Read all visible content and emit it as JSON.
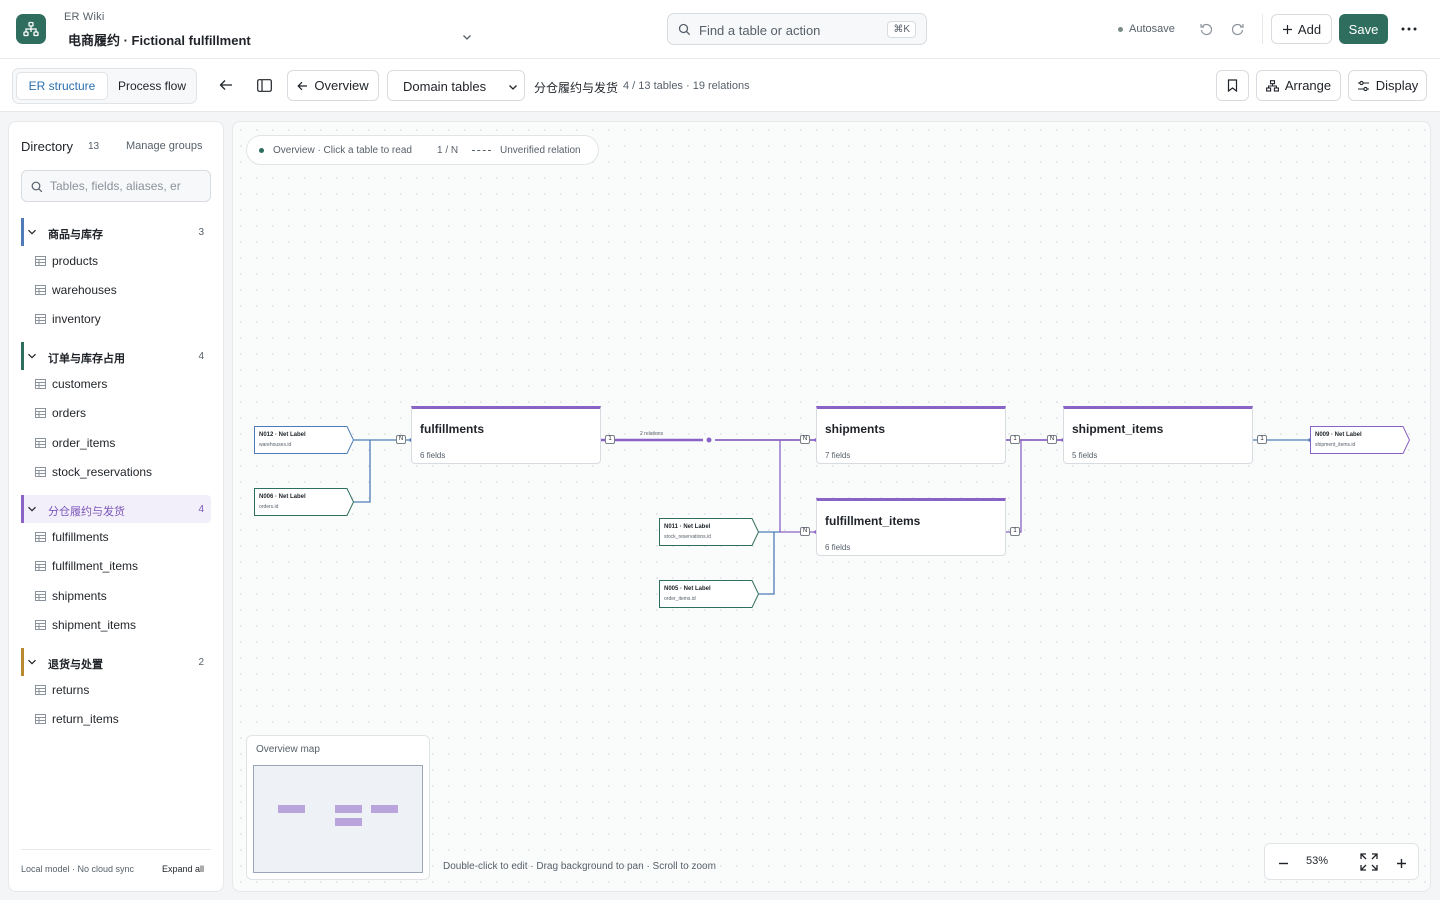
{
  "app": {
    "name": "ER Wiki",
    "project_title": "电商履约 · Fictional fulfillment",
    "search_placeholder": "Find a table or action",
    "search_shortcut": "⌘K",
    "autosave": "Autosave",
    "add_label": "Add",
    "save_label": "Save"
  },
  "toolbar": {
    "views": [
      "ER structure",
      "Process flow"
    ],
    "overview_label": "Overview",
    "domain_select": "Domain tables",
    "breadcrumb": "分仓履约与发货",
    "breadcrumb_meta": "4 / 13 tables · 19 relations",
    "arrange_label": "Arrange",
    "display_label": "Display"
  },
  "sidebar": {
    "title": "Directory",
    "count": "13",
    "manage": "Manage groups",
    "search_placeholder": "Tables, fields, aliases, er",
    "groups": [
      {
        "name": "商品与库存",
        "count": "3",
        "color": "#4f7cb8",
        "tables": [
          "products",
          "warehouses",
          "inventory"
        ]
      },
      {
        "name": "订单与库存占用",
        "count": "4",
        "color": "#2f6e5e",
        "tables": [
          "customers",
          "orders",
          "order_items",
          "stock_reservations"
        ]
      },
      {
        "name": "分仓履约与发货",
        "count": "4",
        "color": "#8a63c6",
        "tables": [
          "fulfillments",
          "fulfillment_items",
          "shipments",
          "shipment_items"
        ]
      },
      {
        "name": "退货与处置",
        "count": "2",
        "color": "#b8892f",
        "tables": [
          "returns",
          "return_items"
        ]
      }
    ],
    "footer": "Local model · No cloud sync",
    "expand_all": "Expand all"
  },
  "canvas": {
    "legend": {
      "overview": "Overview · Click a table to read",
      "cardinality": "1 / N",
      "unverified": "Unverified relation"
    },
    "entities": [
      {
        "name": "fulfillments",
        "fields": "6 fields"
      },
      {
        "name": "shipments",
        "fields": "7 fields"
      },
      {
        "name": "shipment_items",
        "fields": "5 fields"
      },
      {
        "name": "fulfillment_items",
        "fields": "6 fields"
      }
    ],
    "external_nodes": [
      {
        "name": "N012 · Net Label",
        "field": "warehouses.id"
      },
      {
        "name": "N006 · Net Label",
        "field": "orders.id"
      },
      {
        "name": "N011 · Net Label",
        "field": "stock_reservations.id"
      },
      {
        "name": "N005 · Net Label",
        "field": "order_items.id"
      },
      {
        "name": "N009 · Net Label",
        "field": "shipment_items.id"
      }
    ],
    "relation_count": "2 relations",
    "cardinality_labels": [
      "N",
      "1",
      "N",
      "N",
      "1",
      "N",
      "1",
      "1"
    ],
    "minimap_title": "Overview map",
    "hint": "Double-click to edit · Drag background to pan · Scroll to zoom",
    "zoom": "53%",
    "accent": "#8a63c6",
    "external_color": "#4f7cb8"
  }
}
